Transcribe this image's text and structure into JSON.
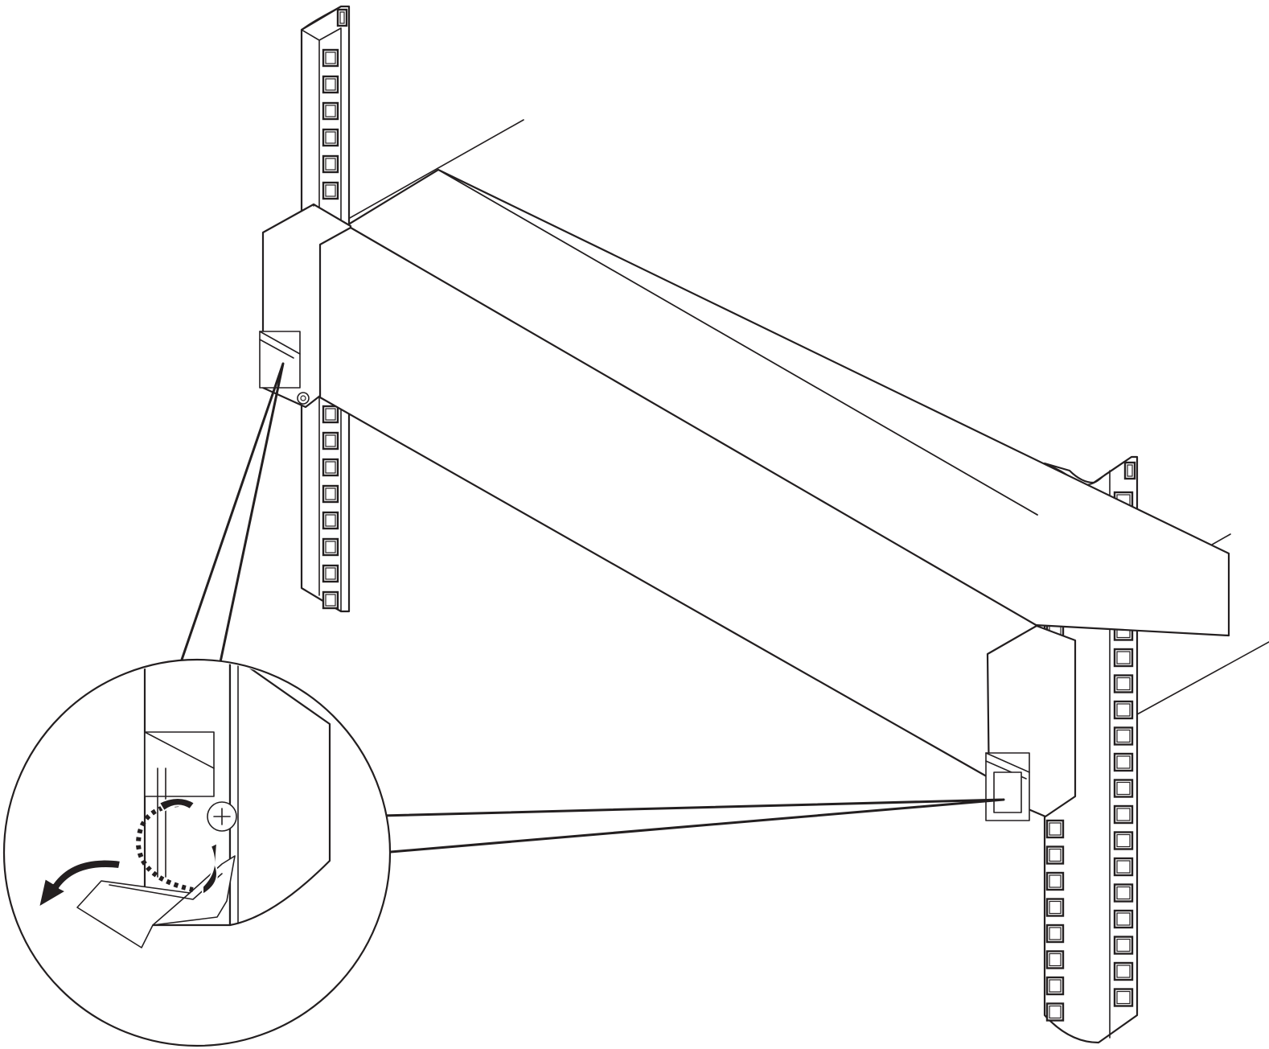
{
  "figure": {
    "subject": "rack-server-installation",
    "callout_focus": "rack-release-latch"
  },
  "colors": {
    "line": "#231f20",
    "background": "#ffffff"
  },
  "icons": [
    "rack-rail-post",
    "server-chassis",
    "mounting-ear",
    "release-latch",
    "rotate-arrow",
    "pull-arrow",
    "captive-screw"
  ]
}
